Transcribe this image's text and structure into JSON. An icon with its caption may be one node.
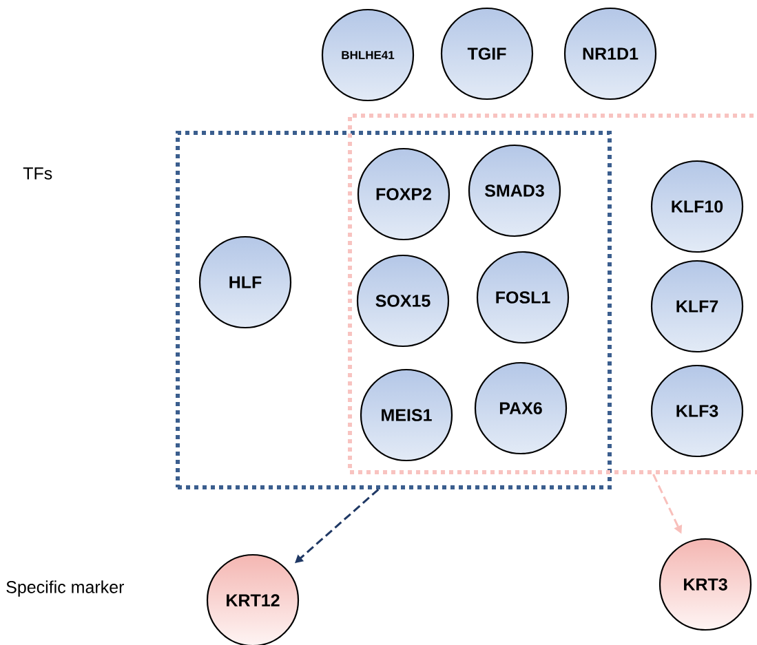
{
  "diagram": {
    "nodes": [
      {
        "text": [
          "BHLHE41"
        ]
      },
      {
        "text": [
          "TGIF"
        ]
      },
      {
        "text": [
          "NR1D1"
        ]
      },
      {
        "text": [],
        "shape": "box"
      },
      {
        "text": [],
        "shape": "box"
      },
      {
        "text": [
          "FOXP2"
        ]
      },
      {
        "text": [
          "SMAD3"
        ]
      },
      {
        "text": [
          "HLF"
        ],
        "in": 3
      },
      {
        "text": [
          "SOX15"
        ]
      },
      {
        "text": [
          "FOSL1"
        ]
      },
      {
        "text": [
          "MEIS1"
        ]
      },
      {
        "text": [
          "PAX6"
        ]
      },
      {
        "text": [
          "KLF10"
        ],
        "in": 4
      },
      {
        "text": [
          "KLF7"
        ],
        "in": 4
      },
      {
        "text": [
          "KLF3"
        ],
        "in": 4
      },
      {
        "text": [
          "KRT12"
        ]
      },
      {
        "text": [
          "KRT3"
        ]
      }
    ],
    "edges": [
      {
        "from": 3,
        "to": 15,
        "arrow": "to",
        "style": "dashed",
        "color": "#1f3864"
      },
      {
        "from": 4,
        "to": 16,
        "arrow": "to",
        "style": "dashed",
        "color": "#f8bfbb"
      }
    ],
    "labels": [
      "TFs",
      "Specific marker"
    ]
  }
}
